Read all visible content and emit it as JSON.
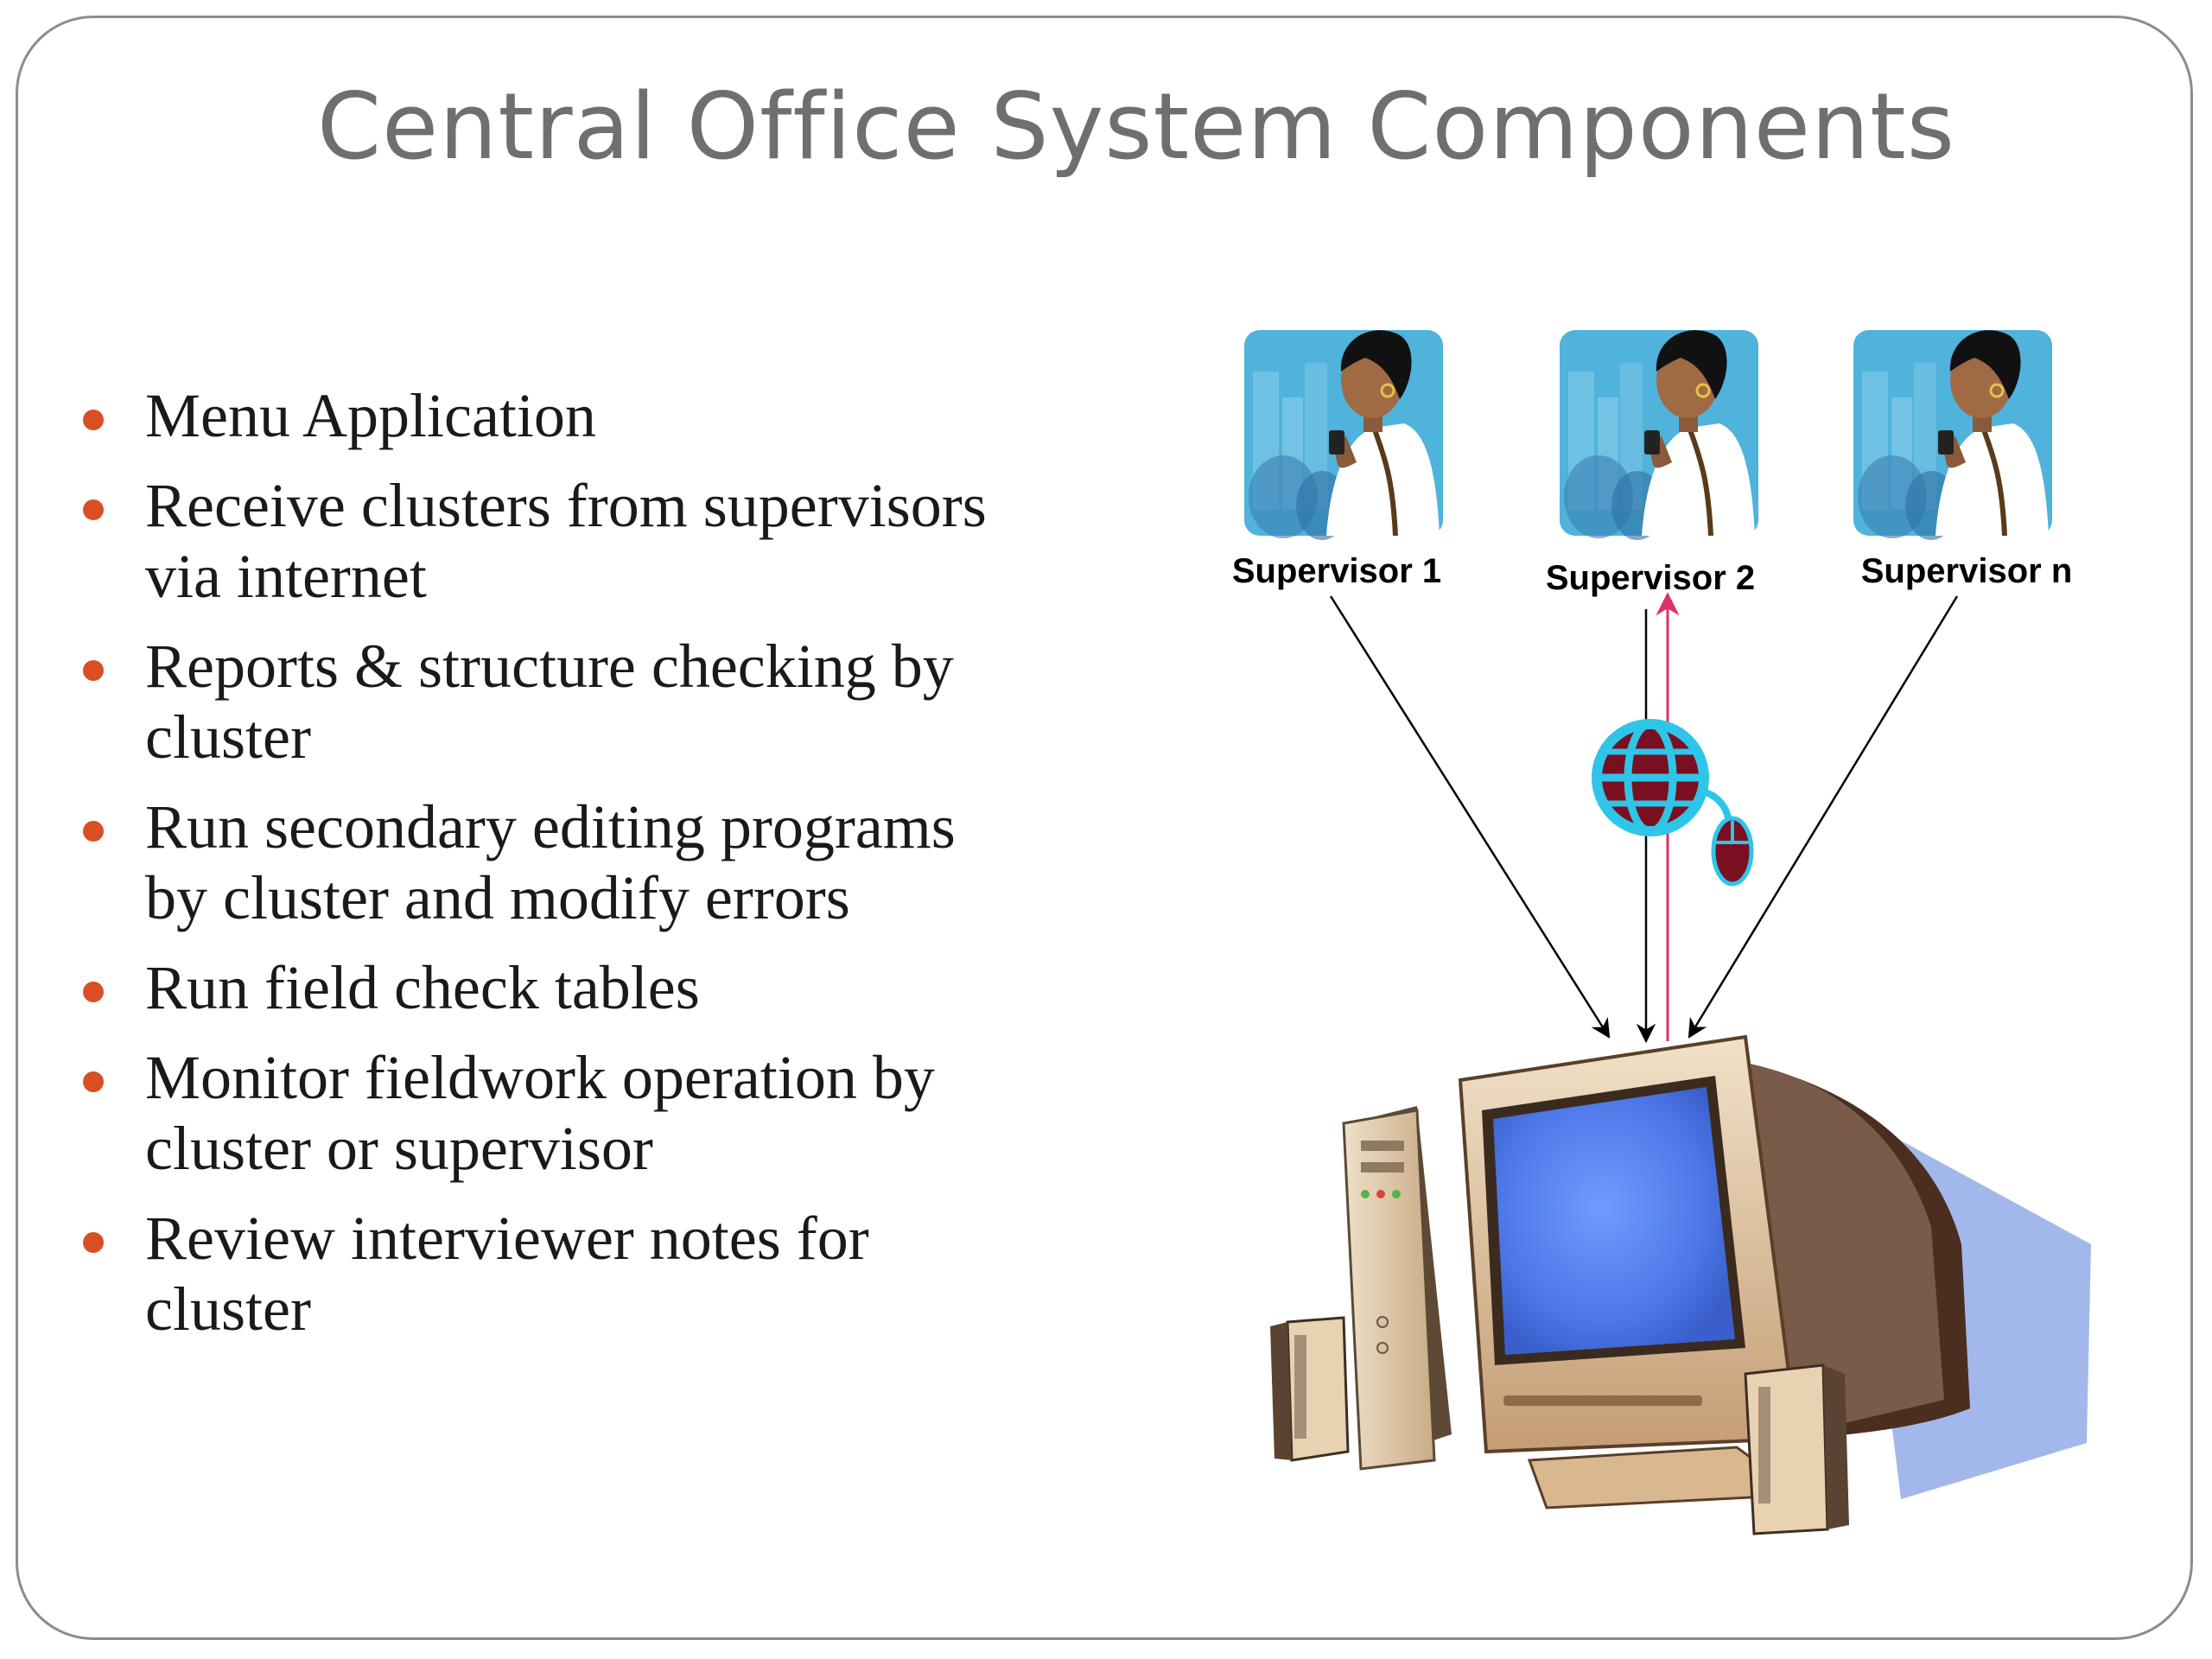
{
  "slide": {
    "title": "Central Office System Components",
    "bullets": [
      {
        "lines": [
          "Menu Application"
        ]
      },
      {
        "lines": [
          "Receive clusters from supervisors",
          "via internet"
        ]
      },
      {
        "lines": [
          "Reports & structure checking by",
          "cluster"
        ]
      },
      {
        "lines": [
          "Run secondary editing programs",
          "by cluster and modify errors"
        ]
      },
      {
        "lines": [
          "Run field check tables"
        ]
      },
      {
        "lines": [
          "Monitor fieldwork operation by",
          "cluster or supervisor"
        ]
      },
      {
        "lines": [
          "Review interviewer notes for",
          "cluster"
        ]
      }
    ],
    "bullet_color": "#d94e22"
  },
  "diagram": {
    "supervisors": [
      "Supervisor 1",
      "Supervisor 2",
      "Supervisor n"
    ],
    "icons": [
      "supervisor-photo",
      "globe-icon",
      "mouse-icon",
      "computer-icon"
    ],
    "colors": {
      "return_arrow": "#e0306a",
      "screen": "#5a86f0",
      "globe": "#2ec5e8"
    }
  }
}
